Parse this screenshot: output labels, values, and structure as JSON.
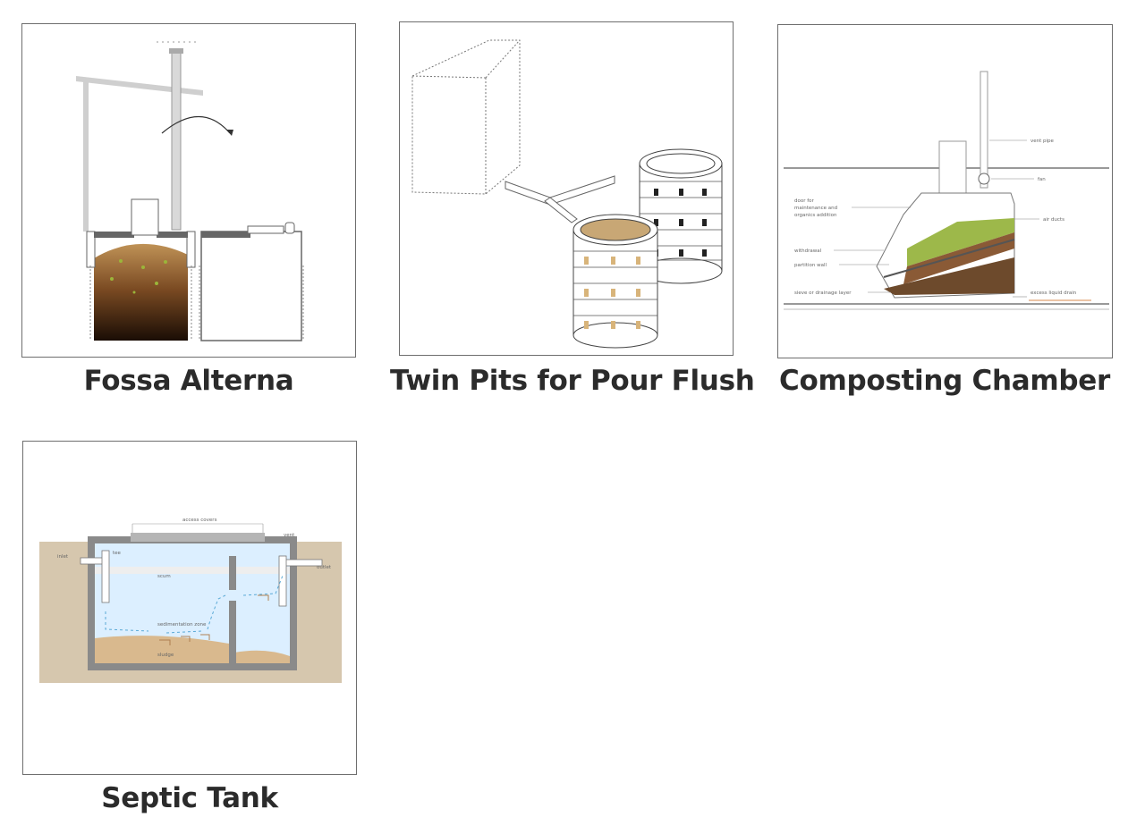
{
  "cards": [
    {
      "caption": "Fossa Alterna",
      "icon": "fossa-alterna-diagram"
    },
    {
      "caption": "Twin Pits for Pour Flush",
      "icon": "twin-pits-diagram"
    },
    {
      "caption": "Composting Chamber",
      "icon": "composting-chamber-diagram",
      "labels": {
        "vent_pipe": "vent pipe",
        "fan": "fan",
        "door": "door for",
        "door2": "maintenance and",
        "door3": "organics addition",
        "air_ducts": "air ducts",
        "withdrawal": "withdrawal",
        "partition_wall": "partition wall",
        "sieve": "sieve or drainage layer",
        "excess": "excess liquid drain"
      }
    },
    {
      "caption": "Septic Tank",
      "icon": "septic-tank-diagram",
      "labels": {
        "access_covers": "access covers",
        "vent": "vent",
        "inlet": "inlet",
        "outlet": "outlet",
        "scum": "scum",
        "sedimentation": "sedimentation zone",
        "sludge": "sludge",
        "tee": "tee"
      }
    }
  ],
  "colors": {
    "caption": "#2b2b2b",
    "frame": "#6e6e6e",
    "soil": "#d6c7ae",
    "water": "#dcefff",
    "concrete": "#8a8a8a"
  }
}
